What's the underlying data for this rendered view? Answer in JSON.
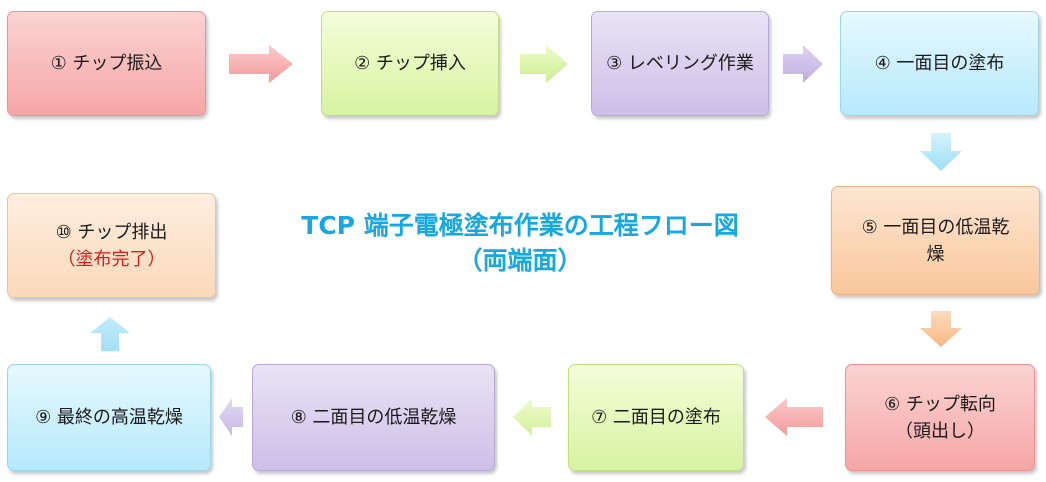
{
  "title": {
    "line1": "TCP 端子電極塗布作業の工程フロー図",
    "line2": "（両端面）"
  },
  "steps": [
    {
      "lines": [
        "① チップ振込"
      ],
      "color": "#f6a6a6"
    },
    {
      "lines": [
        "② チップ挿入"
      ],
      "color": "#d7f3a0"
    },
    {
      "lines": [
        "③ レベリング作業"
      ],
      "color": "#cdbfe8"
    },
    {
      "lines": [
        "④ 一面目の塗布"
      ],
      "color": "#b6e9fb"
    },
    {
      "lines": [
        "⑤ 一面目の低温乾",
        "燥"
      ],
      "color": "#fac79c"
    },
    {
      "lines": [
        "⑥ チップ転向",
        "（頭出し）"
      ],
      "color": "#f6a6a6"
    },
    {
      "lines": [
        "⑦ 二面目の塗布"
      ],
      "color": "#d7f3a0"
    },
    {
      "lines": [
        "⑧ 二面目の低温乾燥"
      ],
      "color": "#cdbfe8"
    },
    {
      "lines": [
        "⑨ 最終の高温乾燥"
      ],
      "color": "#b6e9fb"
    },
    {
      "lines": [
        "⑩ チップ排出",
        "（塗布完了）"
      ],
      "color": "#fbd9ba",
      "highlight_color": "#e0191b"
    }
  ]
}
